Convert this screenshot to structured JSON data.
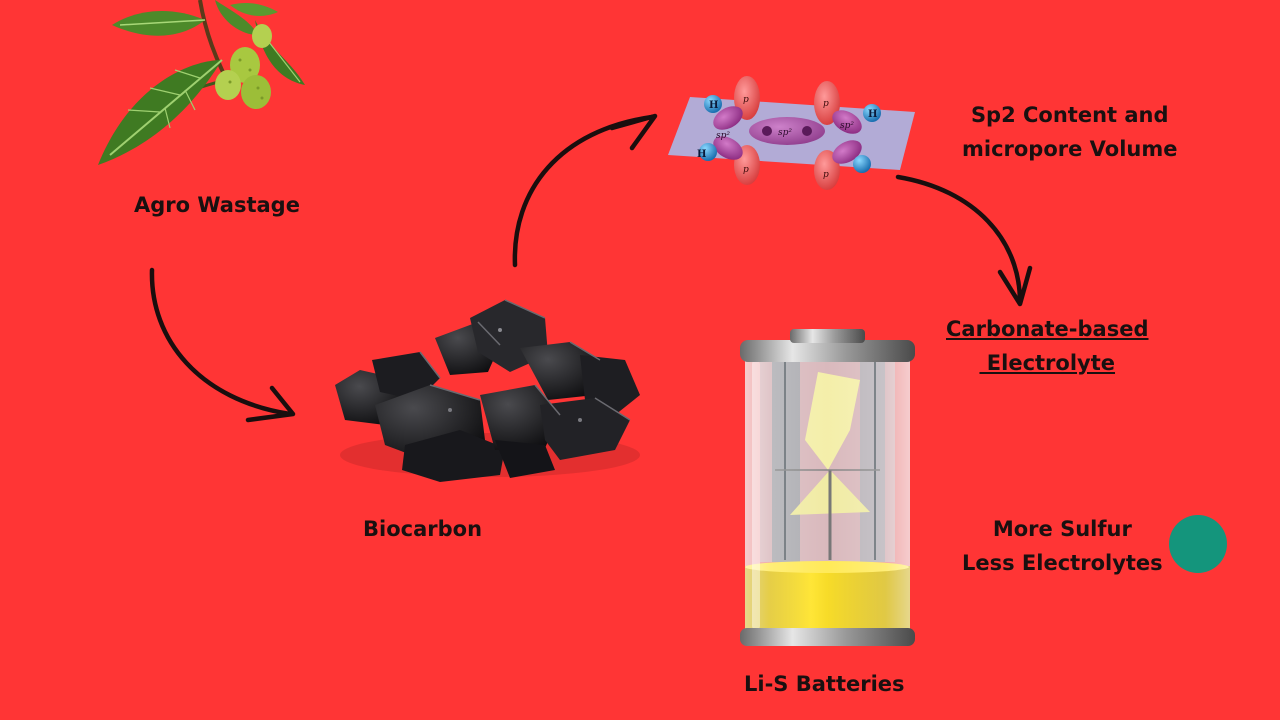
{
  "labels": {
    "agro_wastage": "Agro Wastage",
    "biocarbon": "Biocarbon",
    "sp2_line1": "Sp2 Content and",
    "sp2_line2": "micropore Volume",
    "carbonate_line1": "Carbonate-based",
    "carbonate_line2": " Electrolyte",
    "sulfur_line1": "More Sulfur",
    "sulfur_line2": "Less Electrolytes",
    "batteries": "Li-S Batteries"
  },
  "molecule_labels": {
    "hydrogen": "H",
    "p_orbital": "p",
    "sp2": "sp²"
  },
  "colors": {
    "background": "#ff3535",
    "arrow": "#1a0e0e",
    "teal_dot": "#14957c",
    "electrolyte_yellow": "#f4d400",
    "leaf_green": "#3f7a22",
    "fruit_green": "#a8c840"
  },
  "icons": {
    "plant": "breadfruit-plant-icon",
    "coal": "biocarbon-coal-icon",
    "molecule": "sp2-orbital-molecule-icon",
    "battery": "li-s-battery-icon"
  }
}
